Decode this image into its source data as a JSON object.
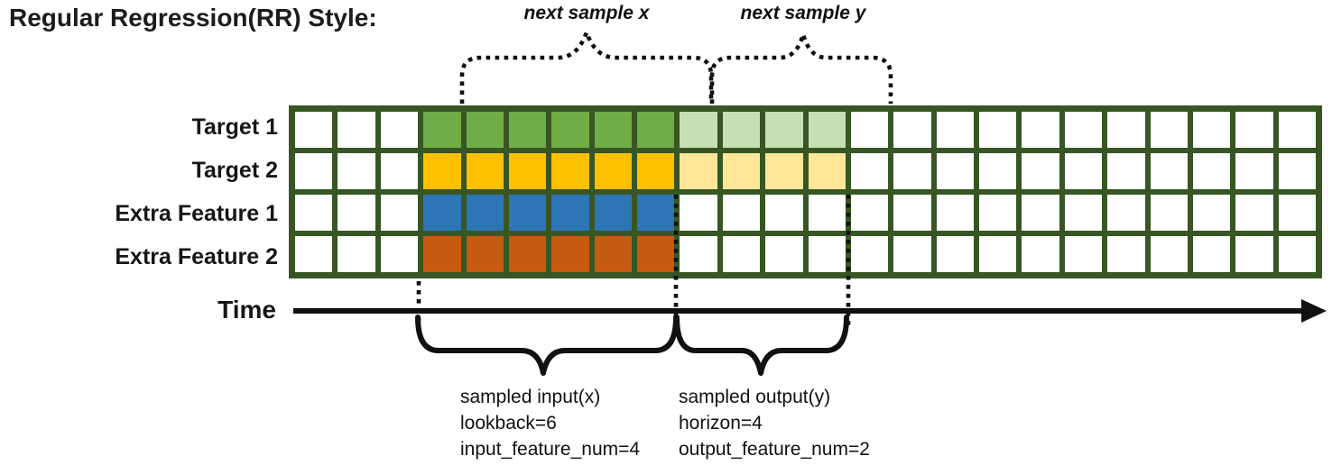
{
  "title": "Regular Regression(RR) Style:",
  "annotations": {
    "next_sample_x": "next sample x",
    "next_sample_y": "next sample y",
    "time_label": "Time",
    "sampled_input": {
      "line1": "sampled input(x)",
      "line2": "lookback=6",
      "line3": "input_feature_num=4"
    },
    "sampled_output": {
      "line1": "sampled output(y)",
      "line2": "horizon=4",
      "line3": "output_feature_num=2"
    }
  },
  "grid": {
    "columns": 24,
    "input_start_col": 3,
    "lookback": 6,
    "horizon": 4,
    "border_color": "#375623",
    "empty_fill": "#ffffff",
    "rows": [
      {
        "label": "Target 1",
        "input_fill": "#70AD47",
        "output_fill": "#C6E0B4"
      },
      {
        "label": "Target 2",
        "input_fill": "#FFC000",
        "output_fill": "#FFE699"
      },
      {
        "label": "Extra Feature 1",
        "input_fill": "#2E75B6",
        "output_fill": null
      },
      {
        "label": "Extra Feature 2",
        "input_fill": "#C55A11",
        "output_fill": null
      }
    ]
  },
  "colors": {
    "annotation_stroke": "#111111",
    "background": "#ffffff"
  }
}
